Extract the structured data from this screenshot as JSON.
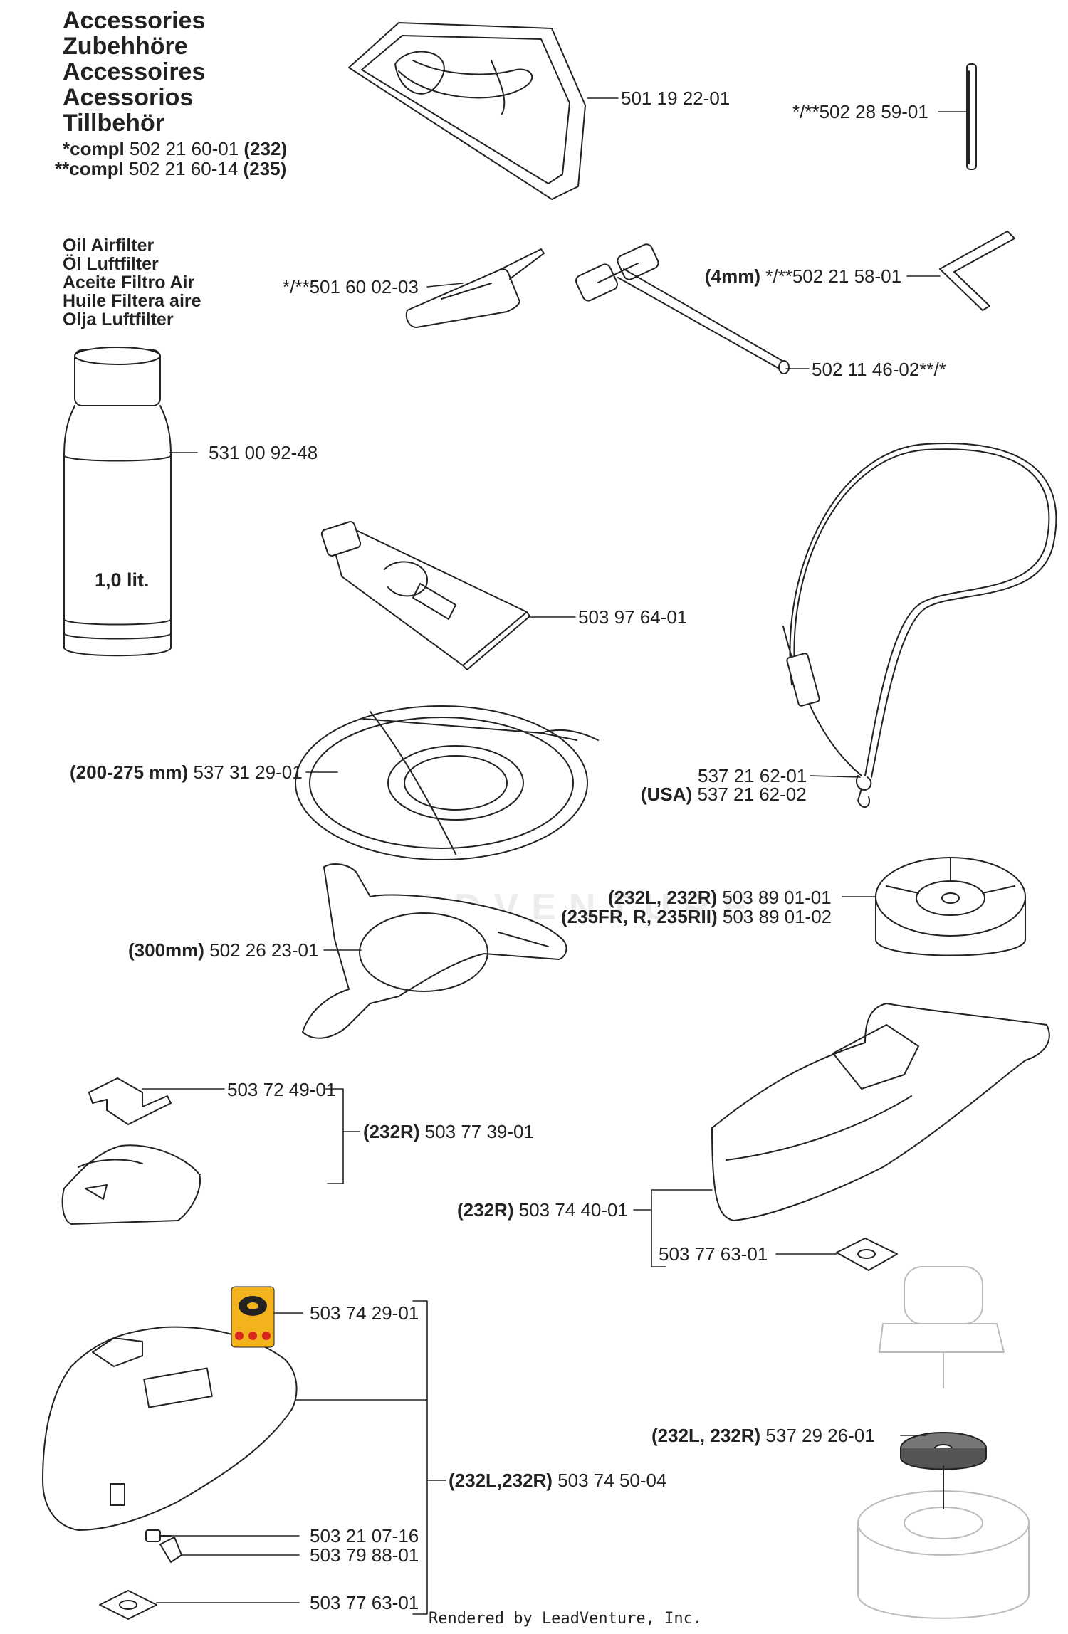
{
  "header": {
    "titles": [
      "Accessories",
      "Zubehhöre",
      "Accessoires",
      "Acessorios",
      "Tillbehör"
    ],
    "compl1": {
      "prefix": "*compl",
      "number": "502 21 60-01",
      "model": "(232)"
    },
    "compl2": {
      "prefix": "**compl",
      "number": "502 21 60-14",
      "model": "(235)"
    }
  },
  "oil_section": {
    "titles": [
      "Oil Airfilter",
      "Öl Luftfilter",
      "Aceite Filtro Air",
      "Huile Filtera aire",
      "Olja Luftfilter"
    ],
    "bottle_label": "1,0 lit."
  },
  "parts": {
    "bag": {
      "qualifier": "",
      "number": "501 19 22-01"
    },
    "pin": {
      "qualifier": "",
      "number": "*/**502 28 59-01"
    },
    "screwdriver": {
      "qualifier": "",
      "number": "*/**501 60 02-03"
    },
    "hex_key": {
      "qualifier": "(4mm)",
      "number": "*/**502 21 58-01"
    },
    "socket_wrench": {
      "qualifier": "",
      "number": "502 11 46-02**/*"
    },
    "oil_bottle": {
      "qualifier": "",
      "number": "531 00 92-48"
    },
    "grease_tube": {
      "qualifier": "",
      "number": "503 97 64-01"
    },
    "harness1": {
      "qualifier": "",
      "number": "537 21 62-01"
    },
    "harness2": {
      "qualifier": "(USA)",
      "number": "537 21 62-02"
    },
    "guard_200": {
      "qualifier": "(200-275 mm)",
      "number": "537 31 29-01"
    },
    "spool_cap1": {
      "qualifier": "(232L, 232R)",
      "number": "503 89 01-01"
    },
    "spool_cap2": {
      "qualifier": "(235FR, R, 235RII)",
      "number": "503 89 01-02"
    },
    "guard_300": {
      "qualifier": "(300mm)",
      "number": "502 26 23-01"
    },
    "bracket": {
      "qualifier": "",
      "number": "503 72 49-01"
    },
    "guard_232r": {
      "qualifier": "(232R)",
      "number": "503 77 39-01"
    },
    "shield_232r": {
      "qualifier": "(232R)",
      "number": "503 74 40-01"
    },
    "plate1": {
      "qualifier": "",
      "number": "503 77 63-01"
    },
    "decal": {
      "qualifier": "",
      "number": "503 74 29-01"
    },
    "support_cup": {
      "qualifier": "(232L, 232R)",
      "number": "537 29 26-01"
    },
    "big_guard": {
      "qualifier": "(232L,232R)",
      "number": "503 74 50-04"
    },
    "screw": {
      "qualifier": "",
      "number": "503 21 07-16"
    },
    "nut_bracket": {
      "qualifier": "",
      "number": "503 79 88-01"
    },
    "plate2": {
      "qualifier": "",
      "number": "503 77 63-01"
    }
  },
  "footer": "Rendered by LeadVenture, Inc.",
  "colors": {
    "line": "#222222",
    "decal_bg": "#f2b31c",
    "decal_red": "#d8261e"
  }
}
